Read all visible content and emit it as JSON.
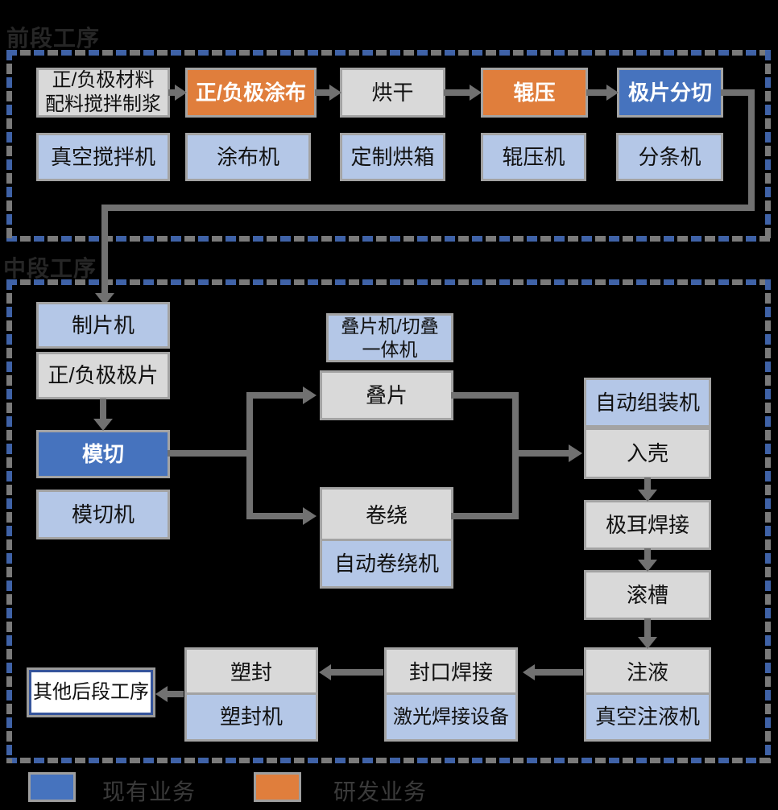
{
  "diagram": {
    "type": "flowchart",
    "subject": "锂电池生产工艺流程与设备"
  },
  "sections": {
    "front": {
      "title": "前段工序"
    },
    "middle": {
      "title": "中段工序"
    }
  },
  "nodes": {
    "slurry": {
      "line1": "正/负极材料",
      "line2": "配料搅拌制浆"
    },
    "coating": {
      "label": "正/负极涂布"
    },
    "drying": {
      "label": "烘干"
    },
    "rolling": {
      "label": "辊压"
    },
    "slitting": {
      "label": "极片分切"
    },
    "mixer": {
      "label": "真空搅拌机"
    },
    "coater": {
      "label": "涂布机"
    },
    "oven": {
      "label": "定制烘箱"
    },
    "roller": {
      "label": "辊压机"
    },
    "slitter": {
      "label": "分条机"
    },
    "sheet_maker": {
      "label": "制片机"
    },
    "electrode": {
      "label": "正/负极极片"
    },
    "die_cut": {
      "label": "模切"
    },
    "die_cutter": {
      "label": "模切机"
    },
    "stacker": {
      "line1": "叠片机/切叠",
      "line2": "一体机"
    },
    "stacking": {
      "label": "叠片"
    },
    "winding": {
      "label": "卷绕"
    },
    "winder": {
      "label": "自动卷绕机"
    },
    "assembler": {
      "label": "自动组装机"
    },
    "casing": {
      "label": "入壳"
    },
    "tab_welding": {
      "label": "极耳焊接"
    },
    "grooving": {
      "label": "滚槽"
    },
    "injection": {
      "label": "注液"
    },
    "injector": {
      "label": "真空注液机"
    },
    "seal_welding": {
      "label": "封口焊接"
    },
    "laser_welder": {
      "label": "激光焊接设备"
    },
    "molding": {
      "label": "塑封"
    },
    "molder": {
      "label": "塑封机"
    },
    "other": {
      "label": "其他后段工序"
    }
  },
  "legend": {
    "existing": {
      "label": "现有业务",
      "color": "#4673be"
    },
    "rnd": {
      "label": "研发业务",
      "color": "#e07e3c"
    }
  },
  "colors": {
    "highlight_blue": "#4673be",
    "highlight_orange": "#e07e3c",
    "equipment_blue": "#b4c7e7",
    "process_gray": "#d9d9d9",
    "connector_gray": "#717171",
    "dash_blue": "#3f62a7",
    "dash_gray": "#7a7a7a",
    "background": "#000000"
  }
}
